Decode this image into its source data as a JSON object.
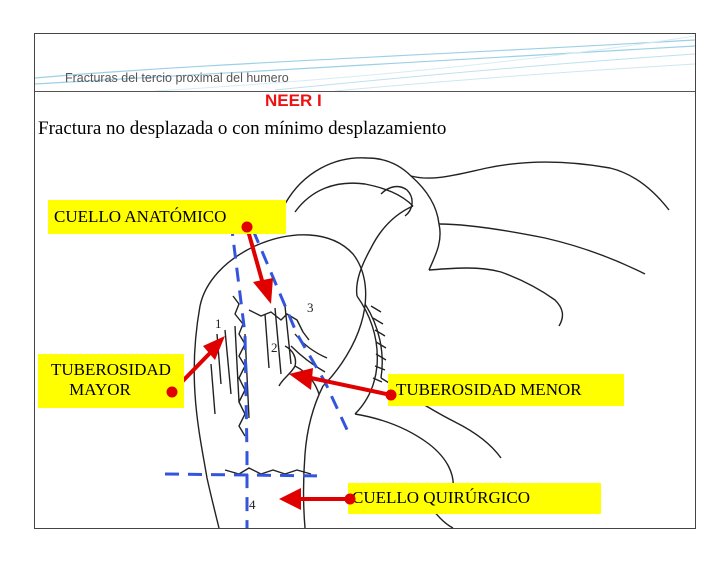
{
  "slide": {
    "header": "Fracturas del tercio proximal del humero",
    "title": "NEER I",
    "subtitle": "Fractura no desplazada o con mínimo desplazamiento"
  },
  "labels": {
    "cuello_anatomico": "CUELLO ANATÓMICO",
    "tuberosidad_mayor_line1": "TUBEROSIDAD",
    "tuberosidad_mayor_line2": "MAYOR",
    "tuberosidad_menor": "TUBEROSIDAD MENOR",
    "cuello_quirurgico": "CUELLO QUIRÚRGICO"
  },
  "fragments": [
    "1",
    "2",
    "3",
    "4"
  ],
  "colors": {
    "label_bg": "#ffff00",
    "title": "#ee1111",
    "arrow": "#e00000",
    "dashed_line": "#3355dd",
    "header_accent": "#5fb3d6"
  }
}
